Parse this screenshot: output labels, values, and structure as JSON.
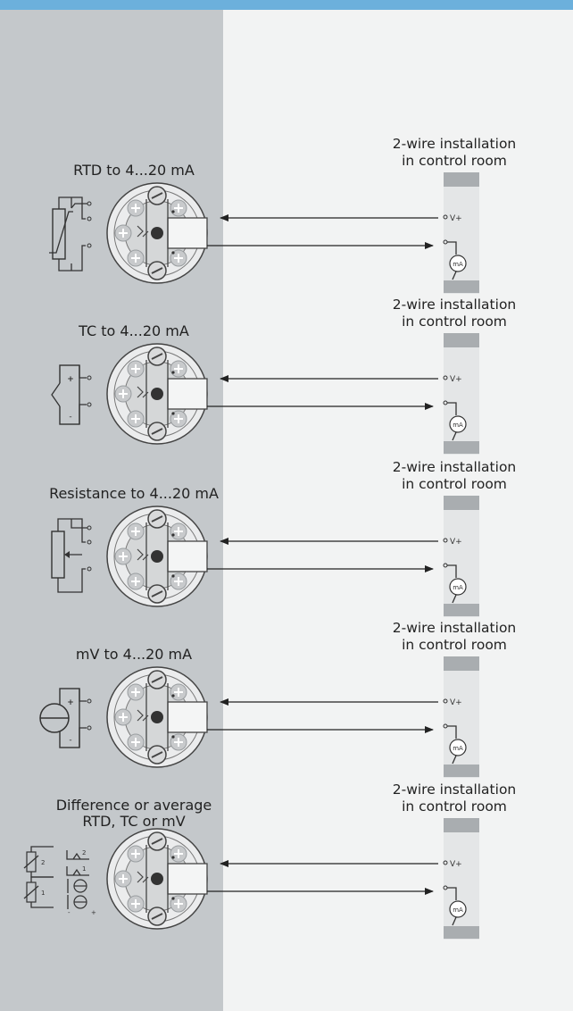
{
  "colors": {
    "top_bar": "#6cb0dc",
    "left_panel": "#c4c8cb",
    "right_panel": "#f2f3f3",
    "device_block": "#a9adb0",
    "receiver_body": "#e4e6e7"
  },
  "sections": [
    {
      "id": "rtd",
      "label_lines": [
        "RTD to 4...20 mA"
      ],
      "sensor_icon": "rtd-sensor-icon",
      "install_lines": [
        "2-wire installation",
        "in control room"
      ],
      "vplus": "V+",
      "meter": "mA"
    },
    {
      "id": "tc",
      "label_lines": [
        "TC to 4...20 mA"
      ],
      "sensor_icon": "thermocouple-icon",
      "install_lines": [
        "2-wire installation",
        "in control room"
      ],
      "vplus": "V+",
      "meter": "mA"
    },
    {
      "id": "resistance",
      "label_lines": [
        "Resistance to 4...20 mA"
      ],
      "sensor_icon": "potentiometer-icon",
      "install_lines": [
        "2-wire installation",
        "in control room"
      ],
      "vplus": "V+",
      "meter": "mA"
    },
    {
      "id": "mv",
      "label_lines": [
        "mV to 4...20 mA"
      ],
      "sensor_icon": "voltage-source-icon",
      "install_lines": [
        "2-wire installation",
        "in control room"
      ],
      "vplus": "V+",
      "meter": "mA"
    },
    {
      "id": "diff",
      "label_lines": [
        "Difference or average",
        "RTD, TC or mV"
      ],
      "sensor_icon": "dual-sensor-icon",
      "install_lines": [
        "2-wire installation",
        "in control room"
      ],
      "vplus": "V+",
      "meter": "mA"
    }
  ],
  "polarity": {
    "plus": "+",
    "minus": "-"
  },
  "channel_marks": [
    "2",
    "1"
  ]
}
